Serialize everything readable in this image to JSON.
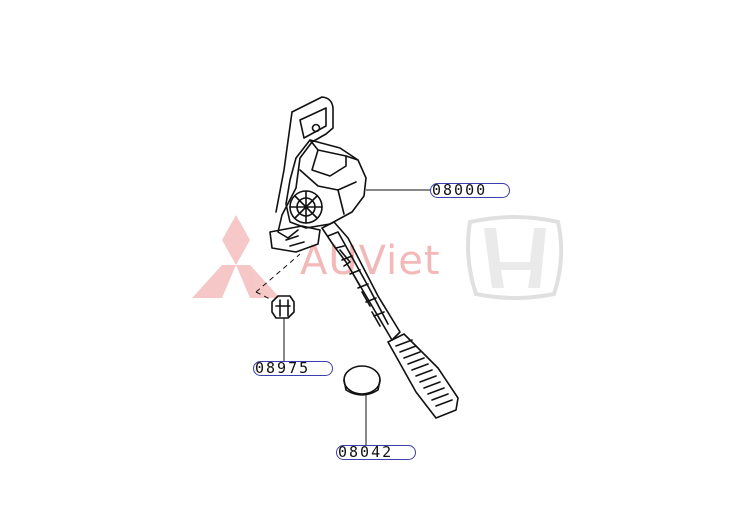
{
  "parts": [
    {
      "id": "pedal-assembly",
      "number": "08000"
    },
    {
      "id": "nut",
      "number": "08975"
    },
    {
      "id": "stopper",
      "number": "08042"
    }
  ],
  "watermark": {
    "text": "AUViet",
    "brand_logos": [
      "mitsubishi-logo",
      "honda-logo"
    ]
  },
  "colors": {
    "line": "#111111",
    "callout_border": "#3b3fb0",
    "watermark_red": "#f3b8b8",
    "watermark_gray": "#d9d9d9"
  }
}
